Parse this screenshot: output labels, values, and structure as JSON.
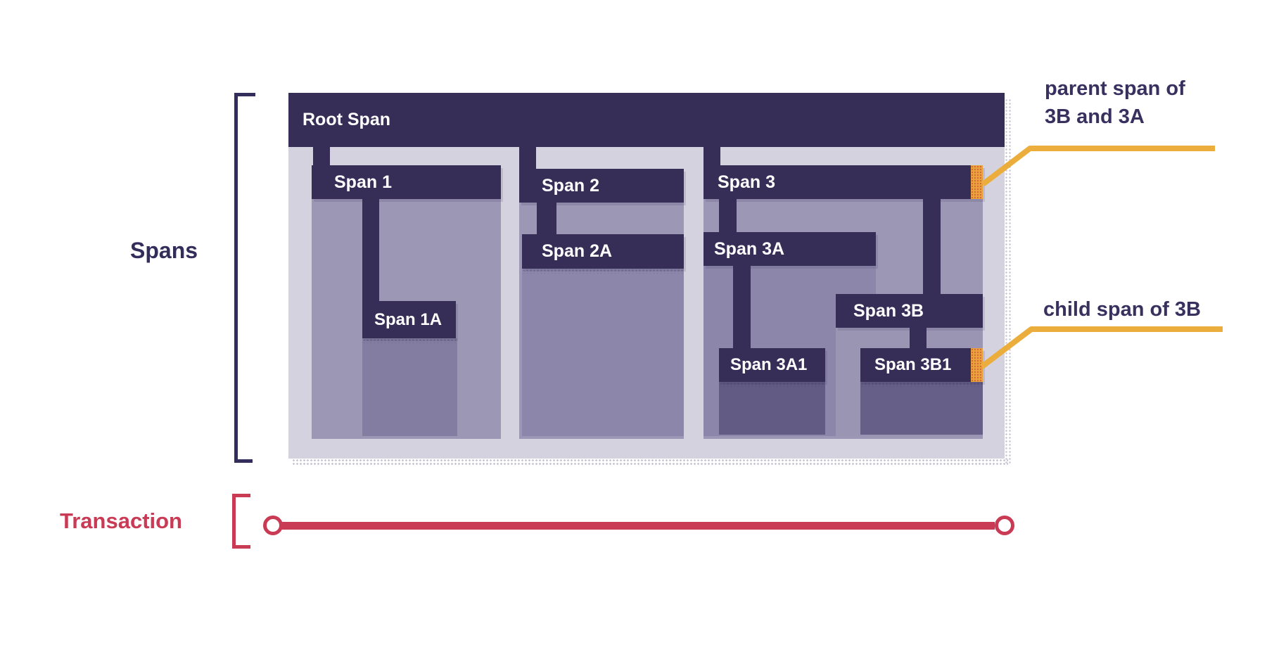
{
  "labels": {
    "spans_axis": "Spans",
    "transaction_axis": "Transaction"
  },
  "spans": {
    "root_span": {
      "label": "Root Span"
    },
    "span1": {
      "label": "Span 1",
      "parent": "Root Span"
    },
    "span1a": {
      "label": "Span 1A",
      "parent": "Span 1"
    },
    "span2": {
      "label": "Span 2",
      "parent": "Root Span"
    },
    "span2a": {
      "label": "Span 2A",
      "parent": "Span 2"
    },
    "span3": {
      "label": "Span 3",
      "parent": "Root Span"
    },
    "span3a": {
      "label": "Span 3A",
      "parent": "Span 3"
    },
    "span3a1": {
      "label": "Span 3A1",
      "parent": "Span 3A"
    },
    "span3b": {
      "label": "Span 3B",
      "parent": "Span 3"
    },
    "span3b1": {
      "label": "Span 3B1",
      "parent": "Span 3B"
    }
  },
  "annotations": {
    "parent_line1": "parent span of",
    "parent_line2": "3B and 3A",
    "child": "child span of 3B"
  },
  "colors": {
    "bar_navy": "#372e58",
    "container_lavender": "#d5d2e0",
    "fill_medium": "#9c97b5",
    "fill_dark": "#8c87aa",
    "fill_darkest": "#625b83",
    "highlight_orange": "#e9a13c",
    "callout_yellow": "#ebae3d",
    "transaction_crimson": "#c93a54",
    "label_navy": "#332d5b"
  }
}
